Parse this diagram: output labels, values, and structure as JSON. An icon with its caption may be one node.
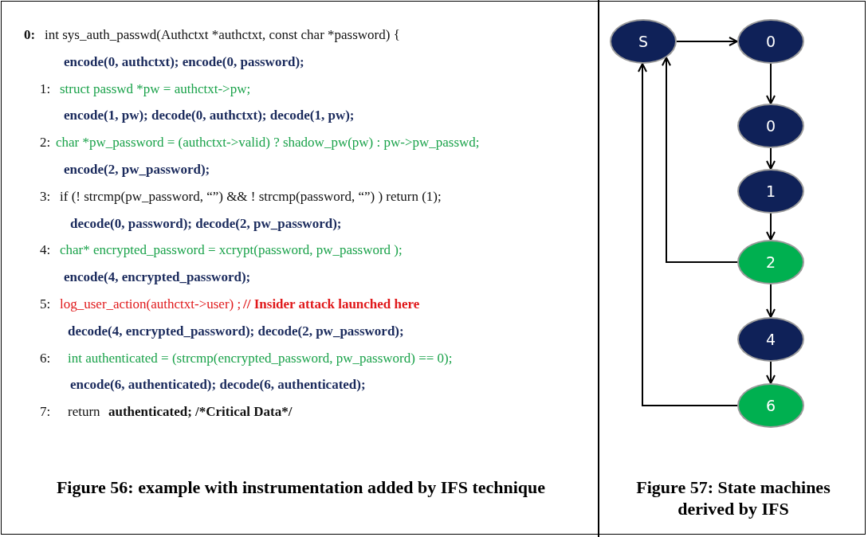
{
  "diagram": {
    "nodes": [
      {
        "text": [
          "S"
        ]
      },
      {
        "text": [
          "0"
        ]
      },
      {
        "text": [
          "0"
        ]
      },
      {
        "text": [
          "1"
        ]
      },
      {
        "text": [
          "2"
        ]
      },
      {
        "text": [
          "4"
        ]
      },
      {
        "text": [
          "6"
        ]
      }
    ],
    "edges": [
      {
        "from": 0,
        "to": 1,
        "arrow": "to"
      },
      {
        "from": 1,
        "to": 2,
        "arrow": "to"
      },
      {
        "from": 2,
        "to": 3,
        "arrow": "to"
      },
      {
        "from": 3,
        "to": 4,
        "arrow": "to"
      },
      {
        "from": 4,
        "to": 0,
        "arrow": "to"
      },
      {
        "from": 4,
        "to": 5,
        "arrow": "to"
      },
      {
        "from": 5,
        "to": 6,
        "arrow": "to"
      },
      {
        "from": 6,
        "to": 0,
        "arrow": "to"
      }
    ],
    "labels": [
      "0:",
      "int sys_auth_passwd(Authctxt *authctxt, const char *password) {",
      "encode(0, authctxt); encode(0, password);",
      "1:",
      "struct passwd *pw = authctxt->pw;",
      "encode(1, pw); decode(0, authctxt); decode(1, pw);",
      "2:",
      "char *pw_password = (authctxt->valid) ? shadow_pw(pw) : pw->pw_passwd;",
      "encode(2, pw_password);",
      "3:",
      "if (! strcmp(pw_password, “”) && ! strcmp(password, “”) ) return (1);",
      "decode(0, password); decode(2, pw_password);",
      "4:",
      "char* encrypted_password = xcrypt(password, pw_password );",
      "encode(4, encrypted_password);",
      "5:",
      "log_user_action(authctxt->user) ;",
      "// Insider attack launched here",
      "decode(4, encrypted_password); decode(2, pw_password);",
      "6:",
      "int authenticated = (strcmp(encrypted_password, pw_password) == 0);",
      "encode(6, authenticated); decode(6, authenticated);",
      "7:",
      "return",
      "authenticated; /*Critical Data*/",
      "Figure 56: example with instrumentation added by IFS technique",
      "Figure 57: State machines derived by IFS"
    ]
  }
}
